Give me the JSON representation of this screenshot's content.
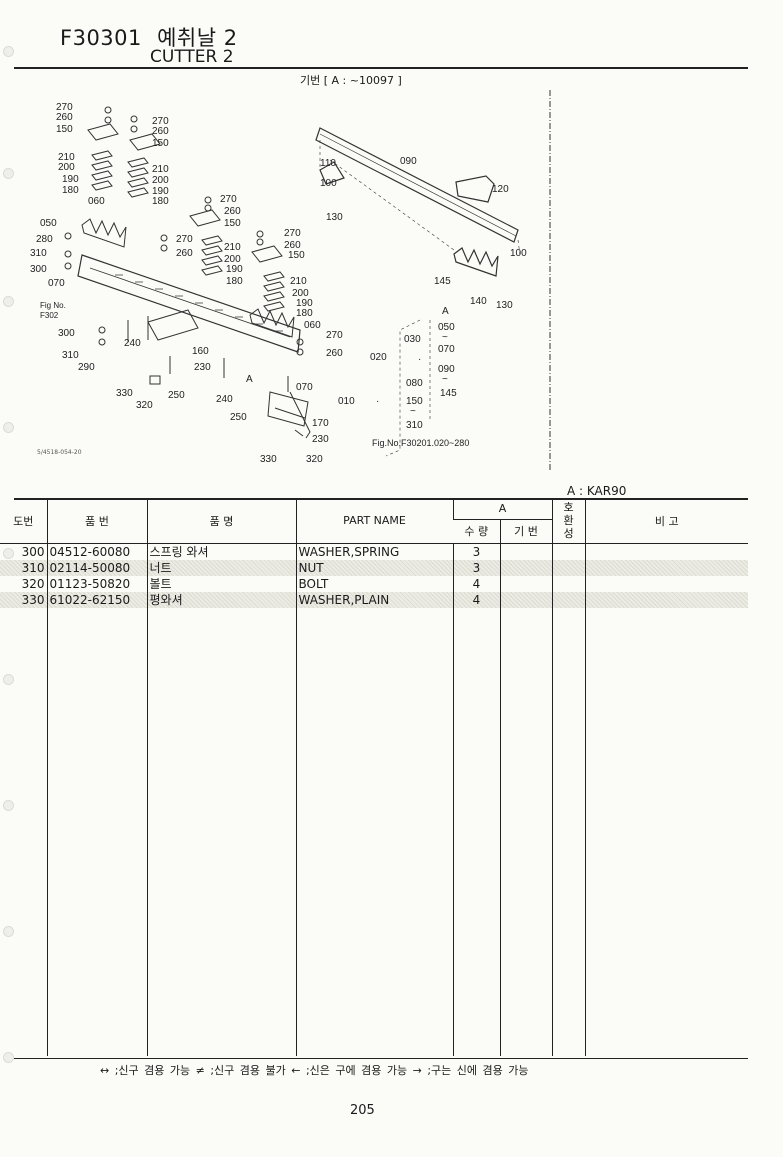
{
  "header": {
    "code": "F30301",
    "title_ko": "예취날 2",
    "title_en": "CUTTER 2",
    "serial_range": "기번 [ A : ~10097 ]"
  },
  "diagram": {
    "labels_left": [
      "270",
      "260",
      "150",
      "270",
      "260",
      "150",
      "210",
      "200",
      "190",
      "180",
      "210",
      "200",
      "190",
      "180",
      "060",
      "050",
      "280",
      "310",
      "300",
      "070",
      "270",
      "260",
      "150",
      "270",
      "260",
      "210",
      "200",
      "190",
      "180",
      "270",
      "260",
      "150",
      "210",
      "200",
      "190",
      "180",
      "060",
      "270",
      "260",
      "300",
      "310",
      "290",
      "240",
      "160",
      "230",
      "330",
      "320",
      "250",
      "240",
      "A",
      "070",
      "250",
      "170",
      "230",
      "330",
      "320"
    ],
    "fig_ref": "Fig.No.\nF302",
    "labels_right": [
      "110",
      "090",
      "100",
      "120",
      "130",
      "100",
      "145",
      "140",
      "130"
    ],
    "bracket": {
      "a": "A",
      "items": [
        "050",
        "~",
        "070",
        "090",
        "~",
        "145",
        "150",
        "~",
        "310",
        "030",
        "020",
        "080",
        "010",
        "·"
      ],
      "fig_ref": "Fig.No.F30201.020~280"
    },
    "code": "5/4518-054-20"
  },
  "model": "A : KAR90",
  "table": {
    "headers": {
      "no": "도번",
      "part_no": "품 번",
      "name_ko": "품 명",
      "part_name": "PART NAME",
      "group": "A",
      "qty": "수 량",
      "serial": "기 번",
      "compat": "호\n환\n성",
      "remarks": "비 고"
    },
    "rows": [
      {
        "no": "300",
        "part_no": "04512-60080",
        "name_ko": "스프링 와셔",
        "part_name": "WASHER,SPRING",
        "qty": "3",
        "serial": "",
        "compat": "",
        "remarks": ""
      },
      {
        "no": "310",
        "part_no": "02114-50080",
        "name_ko": "너트",
        "part_name": "NUT",
        "qty": "3",
        "serial": "",
        "compat": "",
        "remarks": ""
      },
      {
        "no": "320",
        "part_no": "01123-50820",
        "name_ko": "볼트",
        "part_name": "BOLT",
        "qty": "4",
        "serial": "",
        "compat": "",
        "remarks": ""
      },
      {
        "no": "330",
        "part_no": "61022-62150",
        "name_ko": "평와셔",
        "part_name": "WASHER,PLAIN",
        "qty": "4",
        "serial": "",
        "compat": "",
        "remarks": ""
      }
    ]
  },
  "legend": "↔ ;신구 겸용 가능    ≠ ;신구 겸용 불가    ← ;신은 구에 겸용 가능    → ;구는 신에 겸용 가능",
  "page_number": "205"
}
